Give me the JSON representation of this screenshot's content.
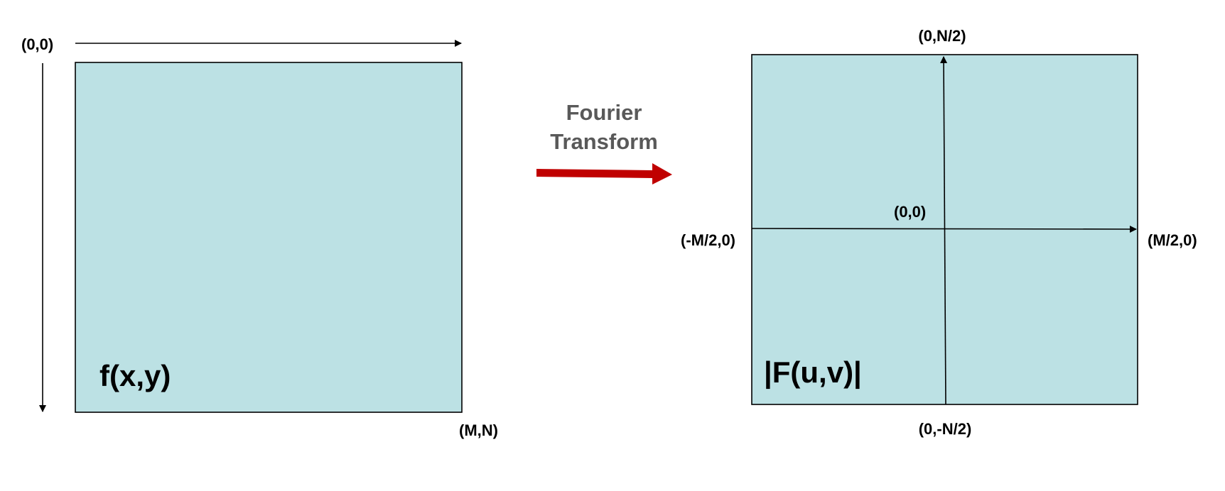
{
  "colors": {
    "panel_fill": "#bce1e4",
    "panel_stroke": "#000000",
    "axis": "#000000",
    "transform_arrow": "#c00000",
    "transform_text": "#595959"
  },
  "spatial": {
    "origin_label": "(0,0)",
    "corner_label": "(M,N)",
    "function_label": "f(x,y)"
  },
  "transform": {
    "line1": "Fourier",
    "line2": "Transform"
  },
  "frequency": {
    "top_label": "(0,N/2)",
    "bottom_label": "(0,-N/2)",
    "left_label": "(-M/2,0)",
    "right_label": "(M/2,0)",
    "center_label": "(0,0)",
    "function_label": "|F(u,v)|"
  }
}
